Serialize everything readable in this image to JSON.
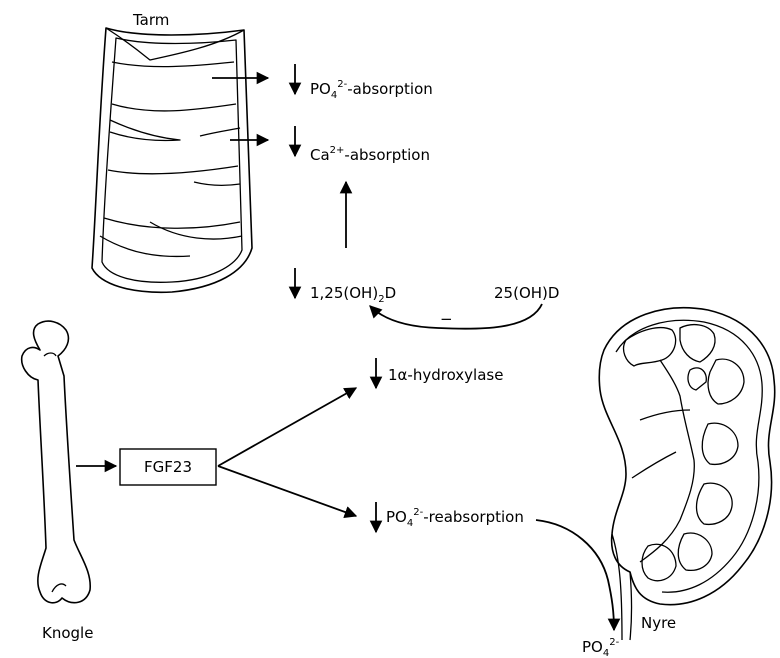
{
  "organs": {
    "intestine": "Tarm",
    "bone": "Knogle",
    "kidney": "Nyre"
  },
  "hormone": "FGF23",
  "labels": {
    "phosphate_absorption": {
      "base": "PO",
      "sub": "4",
      "sup": "2-",
      "rest": "-absorption"
    },
    "calcium_absorption": {
      "base": "Ca",
      "sup": "2+",
      "rest": "-absorption"
    },
    "calcitriol": {
      "pre": "1,25(OH)",
      "sub": "2",
      "post": "D"
    },
    "calcidiol": "25(OH)D",
    "inhibition_sign": "−",
    "hydroxylase": "1α-hydroxylase",
    "phosphate_reabsorption": {
      "base": "PO",
      "sub": "4",
      "sup": "2-",
      "rest": "-reabsorption"
    },
    "phosphate_urine": {
      "base": "PO",
      "sub": "4",
      "sup": "2-"
    }
  },
  "colors": {
    "line": "#000000",
    "background": "#ffffff"
  }
}
